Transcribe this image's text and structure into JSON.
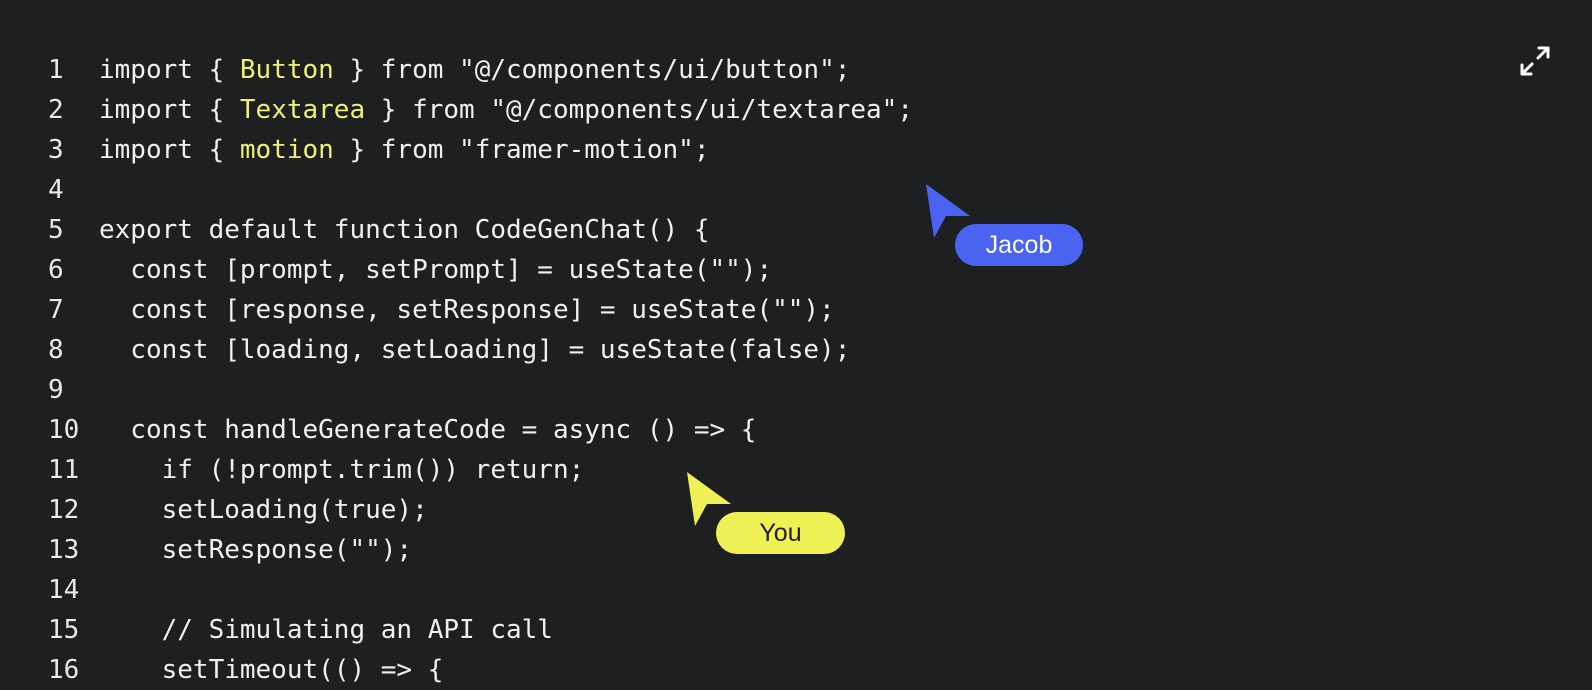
{
  "editor": {
    "lines": [
      {
        "n": "1",
        "segs": [
          {
            "t": "import { "
          },
          {
            "t": "Button",
            "hl": true
          },
          {
            "t": " } from \"@/components/ui/button\";"
          }
        ]
      },
      {
        "n": "2",
        "segs": [
          {
            "t": "import { "
          },
          {
            "t": "Textarea",
            "hl": true
          },
          {
            "t": " } from \"@/components/ui/textarea\";"
          }
        ]
      },
      {
        "n": "3",
        "segs": [
          {
            "t": "import { "
          },
          {
            "t": "motion",
            "hl": true
          },
          {
            "t": " } from \"framer-motion\";"
          }
        ]
      },
      {
        "n": "4",
        "segs": []
      },
      {
        "n": "5",
        "segs": [
          {
            "t": "export default function CodeGenChat() {"
          }
        ]
      },
      {
        "n": "6",
        "segs": [
          {
            "t": "  const [prompt, setPrompt] = useState(\"\");"
          }
        ]
      },
      {
        "n": "7",
        "segs": [
          {
            "t": "  const [response, setResponse] = useState(\"\");"
          }
        ]
      },
      {
        "n": "8",
        "segs": [
          {
            "t": "  const [loading, setLoading] = useState(false);"
          }
        ]
      },
      {
        "n": "9",
        "segs": []
      },
      {
        "n": "10",
        "segs": [
          {
            "t": "  const handleGenerateCode = async () => {"
          }
        ]
      },
      {
        "n": "11",
        "segs": [
          {
            "t": "    if (!prompt.trim()) return;"
          }
        ]
      },
      {
        "n": "12",
        "segs": [
          {
            "t": "    setLoading(true);"
          }
        ]
      },
      {
        "n": "13",
        "segs": [
          {
            "t": "    setResponse(\"\");"
          }
        ]
      },
      {
        "n": "14",
        "segs": []
      },
      {
        "n": "15",
        "segs": [
          {
            "t": "    // Simulating an API call"
          }
        ]
      },
      {
        "n": "16",
        "segs": [
          {
            "t": "    setTimeout(() => {"
          }
        ]
      }
    ]
  },
  "cursors": [
    {
      "name": "Jacob",
      "color": "#4a63f0",
      "text_color": "#ffffff"
    },
    {
      "name": "You",
      "color": "#eef056",
      "text_color": "#1e1f21"
    }
  ],
  "toolbar": {
    "expand_icon": "expand-arrows-icon"
  },
  "colors": {
    "background": "#1e1f21",
    "text": "#f0f0f0",
    "highlight": "#eef075"
  }
}
